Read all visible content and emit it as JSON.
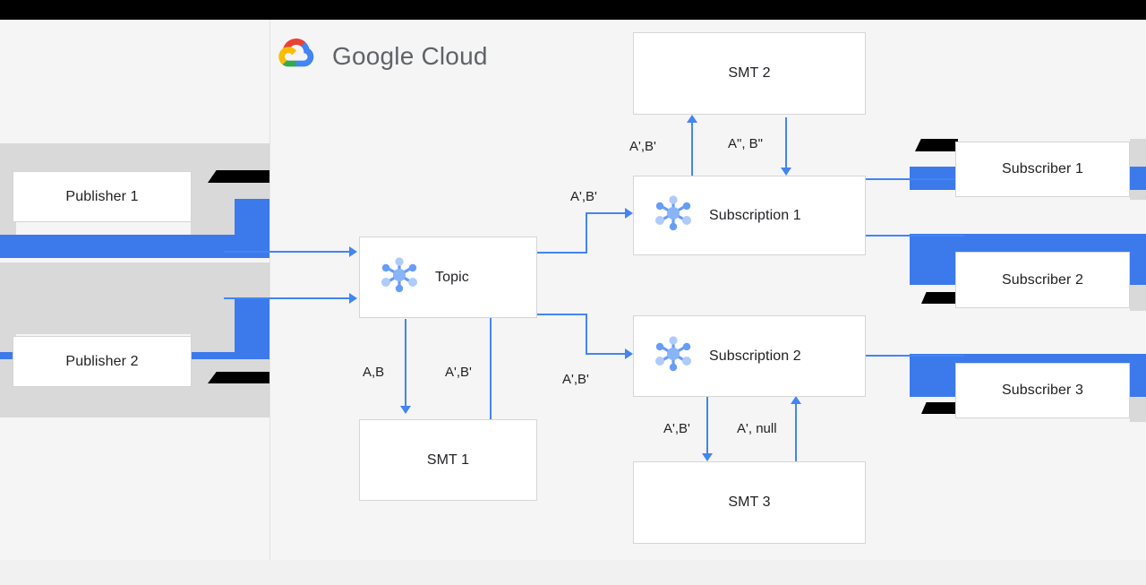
{
  "brand": {
    "name": "Google Cloud",
    "logo_icon": "google-cloud-logo-icon",
    "colors": {
      "red": "#ea4335",
      "yellow": "#fbbc04",
      "green": "#34a853",
      "blue": "#4285f4"
    }
  },
  "theme": {
    "accent": "#4285f4",
    "artifact_blue": "#3c7aeb",
    "canvas_bg": "#f5f5f5",
    "node_bg": "#ffffff",
    "node_border": "#d5d5d5",
    "gray_band": "#d9d9d9",
    "redaction": "#000000"
  },
  "diagram": {
    "title": "Google Cloud",
    "nodes": [
      {
        "id": "publisher-1",
        "label": "Publisher 1",
        "icon": null
      },
      {
        "id": "publisher-2",
        "label": "Publisher 2",
        "icon": null
      },
      {
        "id": "topic",
        "label": "Topic",
        "icon": "pubsub-topic-icon"
      },
      {
        "id": "smt-1",
        "label": "SMT 1",
        "icon": null
      },
      {
        "id": "smt-2",
        "label": "SMT 2",
        "icon": null
      },
      {
        "id": "smt-3",
        "label": "SMT 3",
        "icon": null
      },
      {
        "id": "subscription-1",
        "label": "Subscription 1",
        "icon": "pubsub-subscription-icon"
      },
      {
        "id": "subscription-2",
        "label": "Subscription 2",
        "icon": "pubsub-subscription-icon"
      },
      {
        "id": "subscriber-1",
        "label": "Subscriber 1",
        "icon": null
      },
      {
        "id": "subscriber-2",
        "label": "Subscriber 2",
        "icon": null
      },
      {
        "id": "subscriber-3",
        "label": "Subscriber 3",
        "icon": null
      }
    ],
    "edge_labels": {
      "topic_to_smt1": "A,B",
      "smt1_to_topic": "A',B'",
      "topic_to_subscription1": "A',B'",
      "topic_to_subscription2": "A',B'",
      "subscription1_to_smt2": "A',B'",
      "smt2_to_subscription1": "A\", B\"",
      "subscription2_to_smt3": "A',B'",
      "smt3_to_subscription2": "A', null"
    }
  }
}
